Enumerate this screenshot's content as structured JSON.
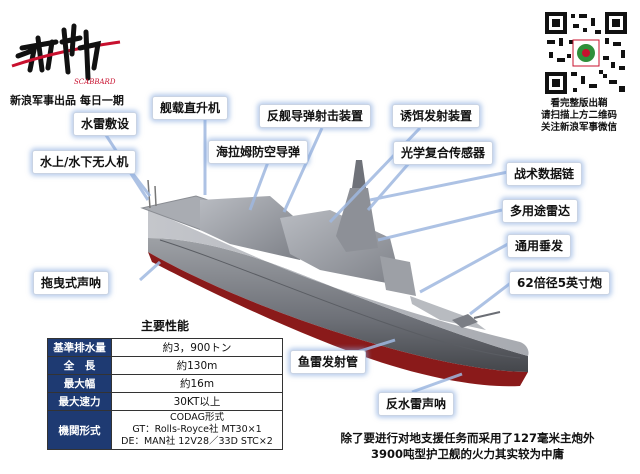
{
  "brand": {
    "title_cn": "出鞘",
    "title_en": "SCABBARD",
    "subtitle": "新浪军事出品 每日一期"
  },
  "qr": {
    "lines": [
      "看完整版出鞘",
      "请扫描上方二维码",
      "关注新浪军事微信"
    ]
  },
  "callouts": [
    {
      "id": "mine-laying",
      "text": "水雷敷设"
    },
    {
      "id": "helicopter",
      "text": "舰载直升机"
    },
    {
      "id": "anti-ship-missile",
      "text": "反舰导弹射击装置"
    },
    {
      "id": "decoy-launcher",
      "text": "诱饵发射装置"
    },
    {
      "id": "searam",
      "text": "海拉姆防空导弹"
    },
    {
      "id": "optical-sensor",
      "text": "光学复合传感器"
    },
    {
      "id": "uav-uuv",
      "text": "水上/水下无人机"
    },
    {
      "id": "tactical-datalink",
      "text": "战术数据链"
    },
    {
      "id": "multi-radar",
      "text": "多用途雷达"
    },
    {
      "id": "vls",
      "text": "通用垂发"
    },
    {
      "id": "towed-sonar",
      "text": "拖曳式声呐"
    },
    {
      "id": "main-gun",
      "text": "62倍径5英寸炮"
    },
    {
      "id": "torpedo-tubes",
      "text": "鱼雷发射管"
    },
    {
      "id": "mine-sonar",
      "text": "反水雷声呐"
    }
  ],
  "specs": {
    "title": "主要性能",
    "rows": [
      {
        "key": "基準排水量",
        "value": "約3，900トン"
      },
      {
        "key": "全　長",
        "value": "約130m"
      },
      {
        "key": "最大幅",
        "value": "約16m"
      },
      {
        "key": "最大速力",
        "value": "30KT以上"
      }
    ],
    "propulsion": {
      "key": "機関形式",
      "lines": [
        "CODAG形式",
        "GT：Rolls-Royce社 MT30×1",
        "DE：MAN社 12V28／33D STC×2"
      ]
    }
  },
  "caption": {
    "lines": [
      "除了要进行对地支援任务而采用了127毫米主炮外",
      "3900吨型护卫舰的火力其实较为中庸"
    ]
  },
  "colors": {
    "brand_red": "#c8102e",
    "table_header": "#1e3a72",
    "callout_glow": "#82a5dc",
    "hull_red": "#8a1a1a",
    "leader_line": "#9fb8e0"
  }
}
